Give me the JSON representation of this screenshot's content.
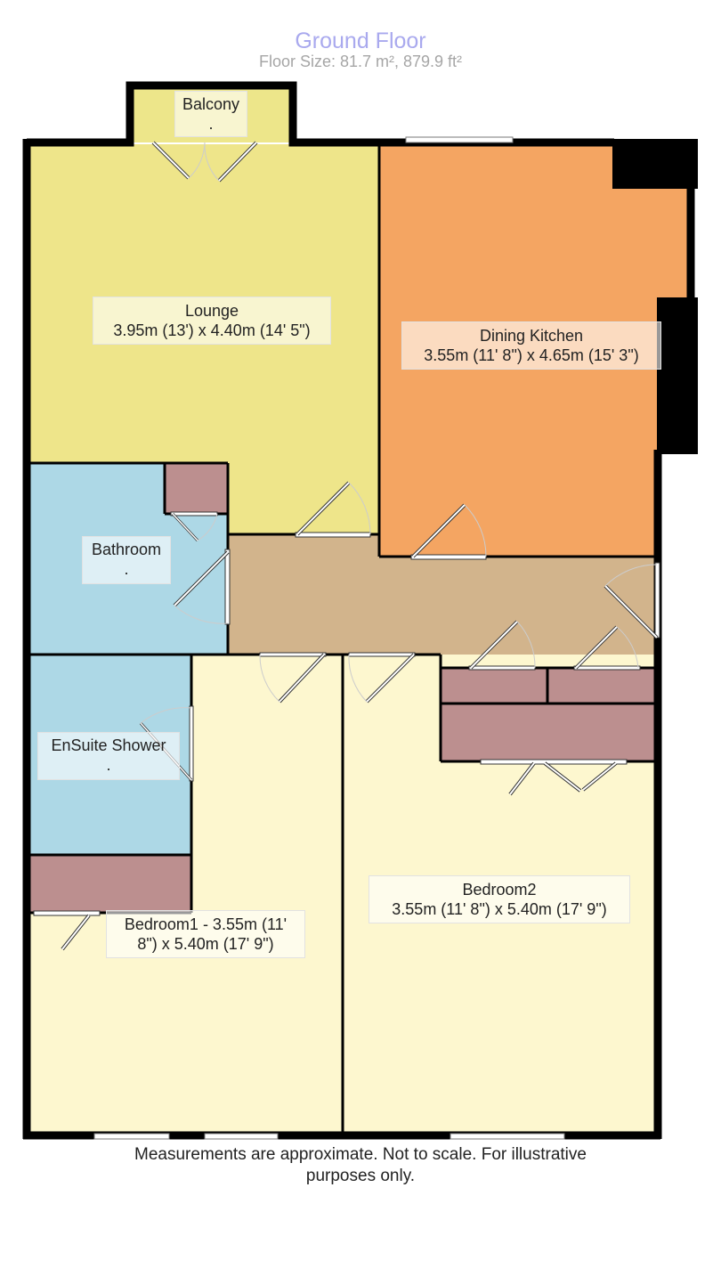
{
  "header": {
    "title": "Ground Floor",
    "floor_size": "Floor Size: 81.7 m², 879.9 ft²"
  },
  "rooms": {
    "balcony": {
      "name": "Balcony",
      "dims": ".",
      "color": "#ede68a"
    },
    "lounge": {
      "name": "Lounge",
      "dims": "3.95m (13') x 4.40m (14' 5\")",
      "color": "#eee58a"
    },
    "dining_kitchen": {
      "name": "Dining Kitchen",
      "dims": "3.55m (11' 8\") x 4.65m (15' 3\")",
      "color": "#f4a562"
    },
    "bathroom": {
      "name": "Bathroom",
      "dims": ".",
      "color": "#add8e6"
    },
    "ensuite": {
      "name": "EnSuite Shower",
      "dims": ".",
      "color": "#add8e6"
    },
    "bedroom1": {
      "line1": "Bedroom1 - 3.55m (11'",
      "line2": "8\") x 5.40m (17' 9\")",
      "color": "#fdf7cf"
    },
    "bedroom2": {
      "name": "Bedroom2",
      "dims": "3.55m (11' 8\") x 5.40m (17' 9\")",
      "color": "#fdf7cf"
    },
    "hallway": {
      "color": "#d2b48c"
    },
    "storage": {
      "color": "#bc8f8f"
    }
  },
  "footer": {
    "line1": "Measurements are approximate. Not to scale. For illustrative",
    "line2": "purposes only."
  }
}
